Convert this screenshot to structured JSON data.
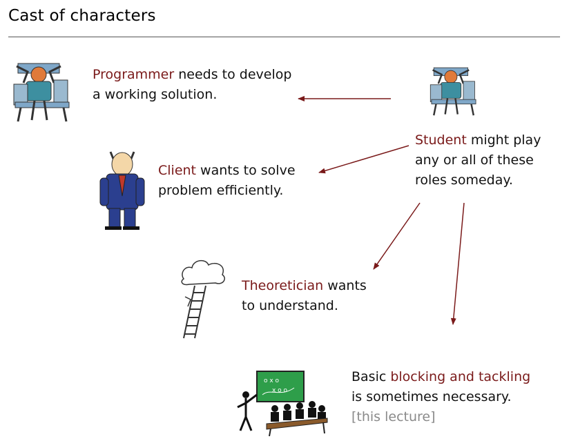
{
  "slide": {
    "title": "Cast of characters"
  },
  "programmer": {
    "highlight": "Programmer",
    "rest": " needs to develop",
    "line2": "a working solution."
  },
  "client": {
    "highlight": "Client",
    "rest": " wants to solve",
    "line2": "problem efficiently."
  },
  "student": {
    "highlight": "Student",
    "rest": " might play",
    "line2": "any or all of these",
    "line3": "roles someday."
  },
  "theoretician": {
    "highlight": "Theoretician",
    "rest": " wants",
    "line2": "to understand."
  },
  "blocking": {
    "prefix": "Basic ",
    "highlight": "blocking and tackling",
    "line2": "is sometimes necessary.",
    "note": "[this lecture]"
  },
  "colors": {
    "highlight": "#7a1a1a",
    "arrow": "#7a1a1a",
    "note": "#8a8a8a"
  },
  "icons": [
    "programmer-illustration",
    "student-illustration",
    "client-illustration",
    "theoretician-illustration",
    "blackboard-illustration"
  ]
}
